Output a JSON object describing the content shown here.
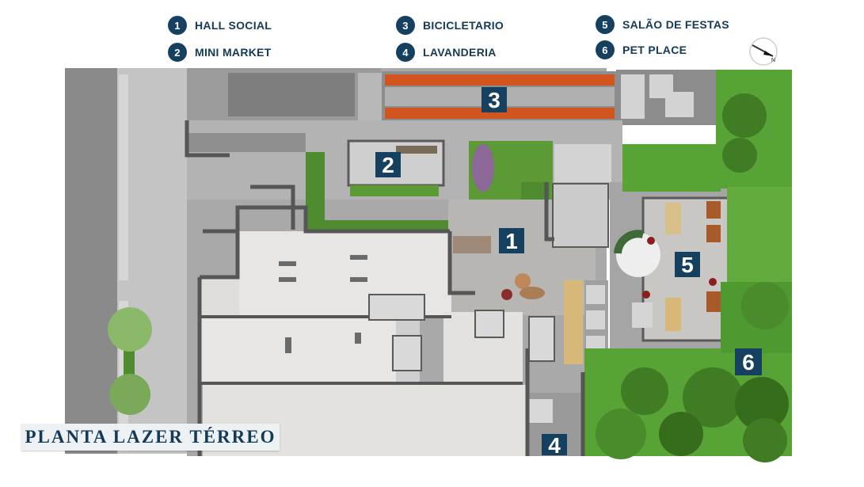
{
  "legend": [
    {
      "number": "1",
      "label": "HALL SOCIAL"
    },
    {
      "number": "2",
      "label": "MINI MARKET"
    },
    {
      "number": "3",
      "label": "BICICLETARIO"
    },
    {
      "number": "4",
      "label": "LAVANDERIA"
    },
    {
      "number": "5",
      "label": "SALÃO DE FESTAS"
    },
    {
      "number": "6",
      "label": "PET PLACE"
    }
  ],
  "plan_title": "PLANTA LAZER TÉRREO",
  "colors": {
    "marker": "#16405f",
    "legend_text": "#133a56",
    "garden": "#58a336",
    "bike_rack": "#d2541f",
    "floor": "#a9a9a9",
    "parking": "#e8e6e4",
    "wall": "#565656"
  },
  "icons": {
    "compass": "north-arrow-icon"
  }
}
